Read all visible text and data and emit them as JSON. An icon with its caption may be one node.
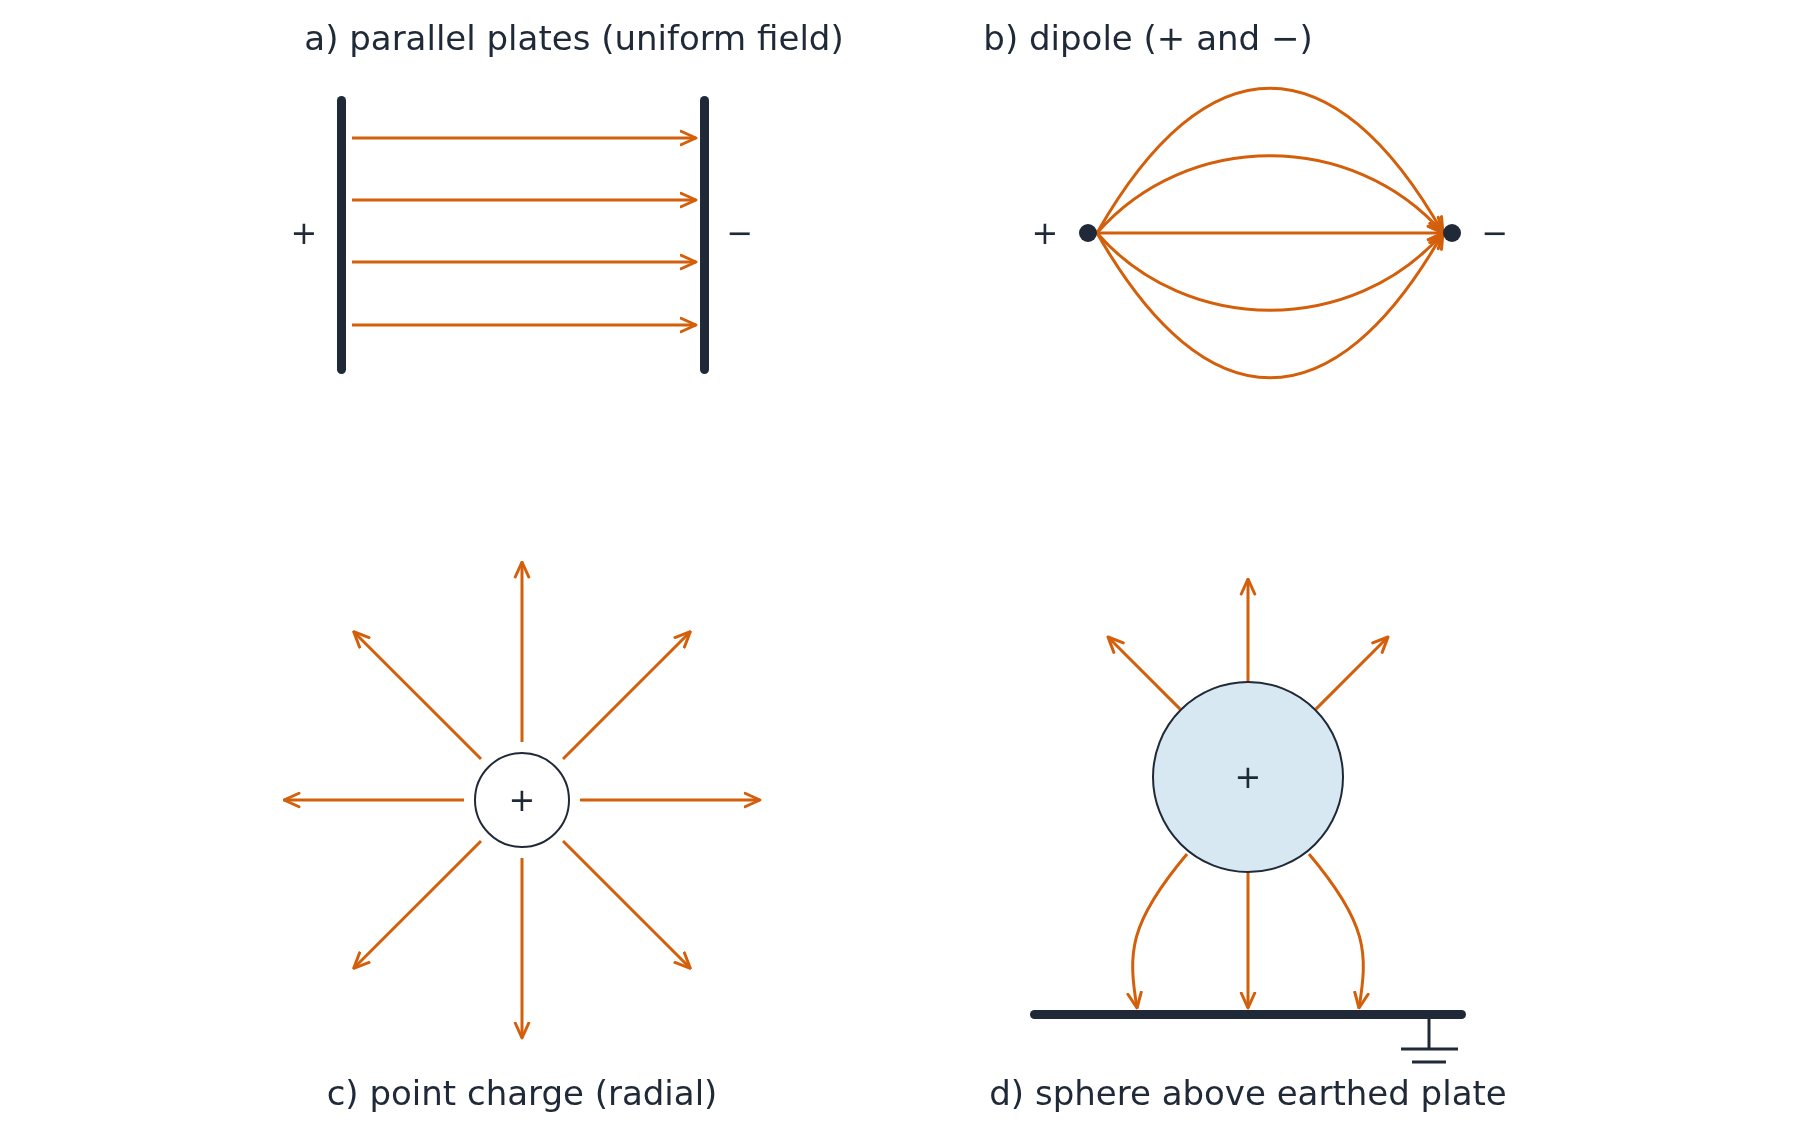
{
  "diagram": {
    "nodes": [
      {
        "text": [],
        "shape": "bar",
        "beside": [
          "+"
        ]
      },
      {
        "text": [],
        "shape": "bar",
        "beside": [
          "−"
        ]
      },
      {
        "text": [],
        "shape": "circle",
        "beside": [
          "+"
        ]
      },
      {
        "text": [],
        "shape": "circle",
        "beside": [
          "−"
        ]
      },
      {
        "text": [
          "+"
        ]
      },
      {
        "text": [
          "+"
        ]
      },
      {
        "text": [],
        "shape": "bar"
      }
    ],
    "edges": [
      {
        "from": 0,
        "to": 1,
        "arrow": "to"
      },
      {
        "from": 0,
        "to": 1,
        "arrow": "to"
      },
      {
        "from": 0,
        "to": 1,
        "arrow": "to"
      },
      {
        "from": 0,
        "to": 1,
        "arrow": "to"
      },
      {
        "from": 2,
        "to": 3,
        "arrow": "to"
      },
      {
        "from": 2,
        "to": 3,
        "arrow": "to"
      },
      {
        "from": 2,
        "to": 3,
        "arrow": "to"
      },
      {
        "from": 2,
        "to": 3,
        "arrow": "to"
      },
      {
        "from": 2,
        "to": 3,
        "arrow": "to"
      },
      {
        "from": 4,
        "to": null,
        "arrow": "to"
      },
      {
        "from": 4,
        "to": null,
        "arrow": "to"
      },
      {
        "from": 4,
        "to": null,
        "arrow": "to"
      },
      {
        "from": 4,
        "to": null,
        "arrow": "to"
      },
      {
        "from": 4,
        "to": null,
        "arrow": "to"
      },
      {
        "from": 4,
        "to": null,
        "arrow": "to"
      },
      {
        "from": 4,
        "to": null,
        "arrow": "to"
      },
      {
        "from": 4,
        "to": null,
        "arrow": "to"
      },
      {
        "from": 5,
        "to": null,
        "arrow": "to"
      },
      {
        "from": 5,
        "to": null,
        "arrow": "to"
      },
      {
        "from": 5,
        "to": null,
        "arrow": "to"
      },
      {
        "from": 5,
        "to": 6,
        "arrow": "to"
      },
      {
        "from": 5,
        "to": 6,
        "arrow": "to"
      },
      {
        "from": 5,
        "to": 6,
        "arrow": "to"
      }
    ],
    "labels": [
      "a) parallel plates (uniform field)",
      "b) dipole (+ and −)",
      "c) point charge (radial)",
      "d) sphere above earthed plate"
    ]
  }
}
